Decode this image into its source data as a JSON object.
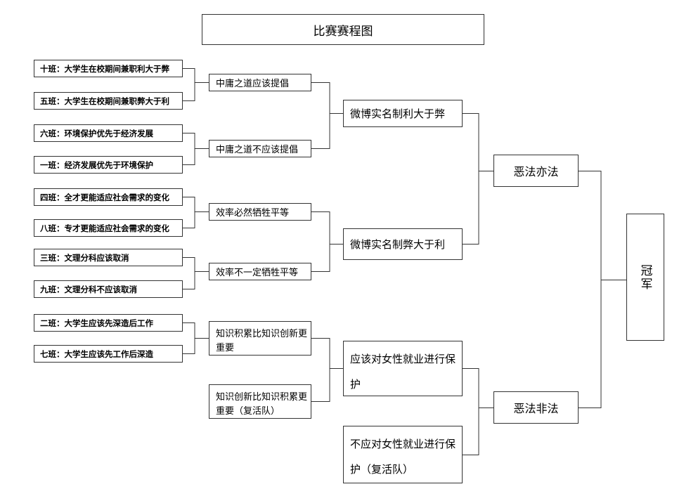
{
  "title": "比赛赛程图",
  "teams": [
    "十班：大学生在校期间兼职利大于弊",
    "五班：大学生在校期间兼职弊大于利",
    "六班：环境保护优先于经济发展",
    "一班：经济发展优先于环境保护",
    "四班：全才更能适应社会需求的变化",
    "八班：专才更能适应社会需求的变化",
    "三班：文理分科应该取消",
    "九班：文理分科不应该取消",
    "二班：大学生应该先深造后工作",
    "七班：大学生应该先工作后深造"
  ],
  "round1": [
    "中庸之道应该提倡",
    "中庸之道不应该提倡",
    "效率必然牺牲平等",
    "效率不一定牺牲平等",
    "知识积累比知识创新更重要",
    "知识创新比知识积累更重要（复活队）"
  ],
  "round2": [
    "微博实名制利大于弊",
    "微博实名制弊大于利",
    "应该对女性就业进行保护",
    "不应对女性就业进行保护（复活队）"
  ],
  "round3": [
    "恶法亦法",
    "恶法非法"
  ],
  "final": "冠军"
}
